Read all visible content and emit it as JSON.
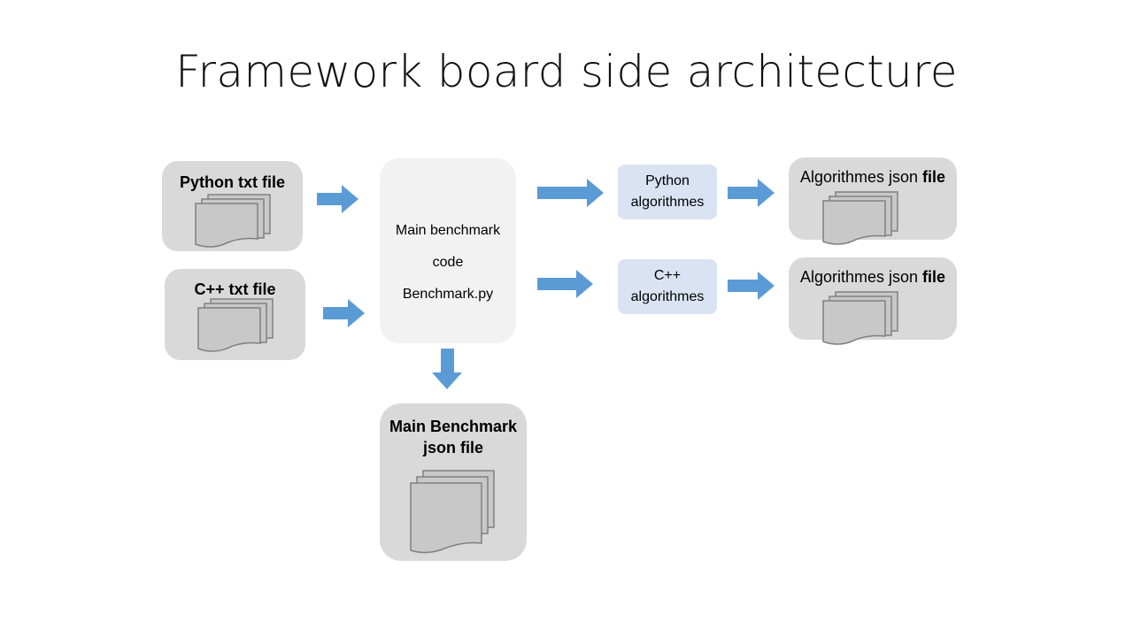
{
  "title": "Framework board side architecture",
  "inputs": {
    "python": "Python txt file",
    "cpp": "C++ txt file"
  },
  "main": {
    "line1": "Main benchmark",
    "line2": "code",
    "line3": "Benchmark.py"
  },
  "algorithms": {
    "python": {
      "line1": "Python",
      "line2": "algorithmes"
    },
    "cpp": {
      "line1": "C++",
      "line2": "algorithmes"
    }
  },
  "outputs": {
    "top": {
      "text": "Algorithmes json ",
      "bold": "file"
    },
    "bottom": {
      "text": "Algorithmes json ",
      "bold": "file"
    },
    "main_line1": "Main Benchmark",
    "main_line2": "json file"
  },
  "colors": {
    "arrow": "#5b9bd5",
    "box": "#d9d9d9",
    "main_box": "#f2f2f2",
    "algo_box": "#dae3f3",
    "doc_fill": "#c8c8c8",
    "doc_stroke": "#808080"
  }
}
